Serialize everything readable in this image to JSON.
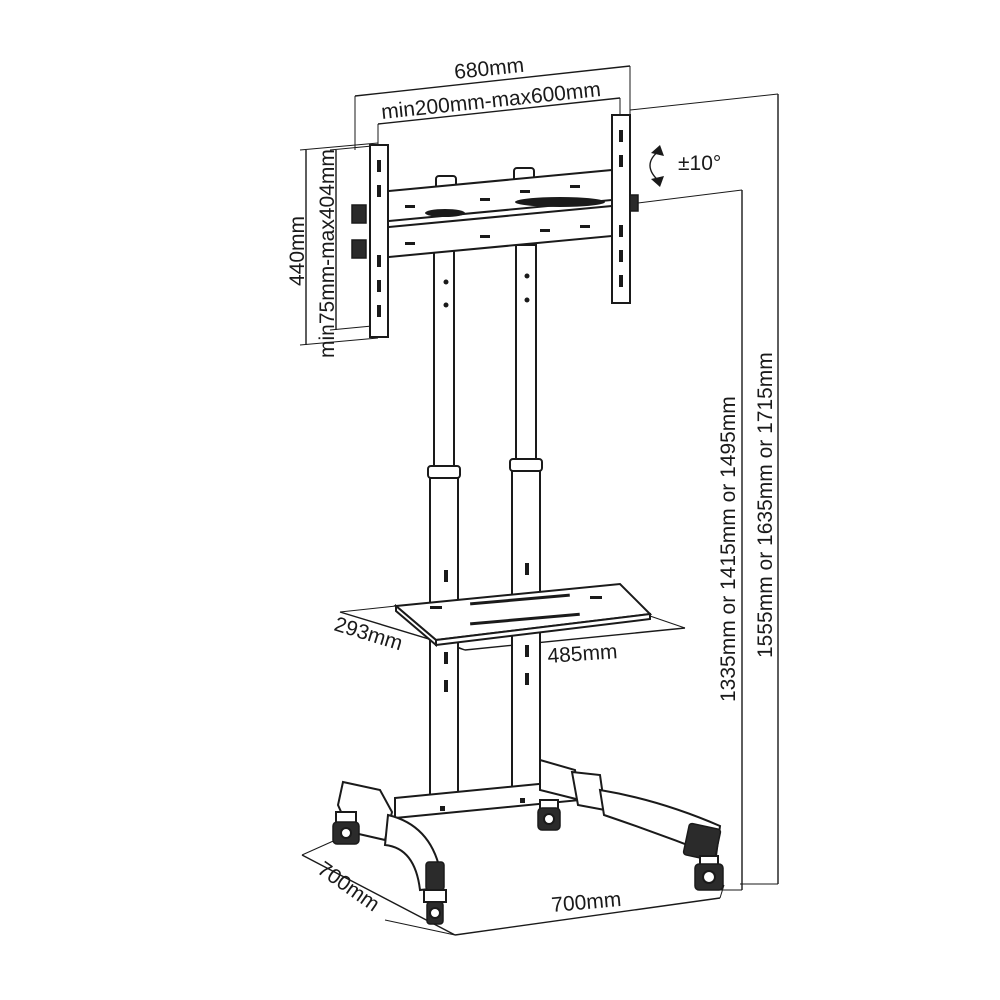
{
  "diagram": {
    "labels": {
      "overall_width": "680mm",
      "vesa_width": "min200mm-max600mm",
      "bracket_height": "440mm",
      "vesa_height": "min75mm-max404mm",
      "tilt": "±10°",
      "height_lower": "1335mm or 1415mm or 1495mm",
      "height_upper": "1555mm or 1635mm or 1715mm",
      "shelf_depth": "293mm",
      "shelf_width": "485mm",
      "base_depth": "700mm",
      "base_width": "700mm"
    }
  }
}
